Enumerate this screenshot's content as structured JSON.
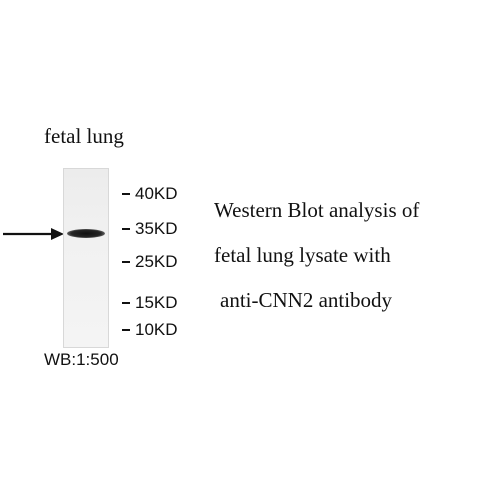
{
  "sample": {
    "label": "fetal lung"
  },
  "markers": [
    {
      "label": "40KD",
      "kd": 40
    },
    {
      "label": "35KD",
      "kd": 35
    },
    {
      "label": "25KD",
      "kd": 25
    },
    {
      "label": "15KD",
      "kd": 15
    },
    {
      "label": "10KD",
      "kd": 10
    }
  ],
  "dilution": "WB:1:500",
  "description": {
    "line1": "Western Blot analysis of",
    "line2": "fetal lung lysate with",
    "line3": "anti-CNN2 antibody"
  },
  "colors": {
    "band": "#111111",
    "lane_background": "#f0f0f0",
    "text": "#111111"
  }
}
